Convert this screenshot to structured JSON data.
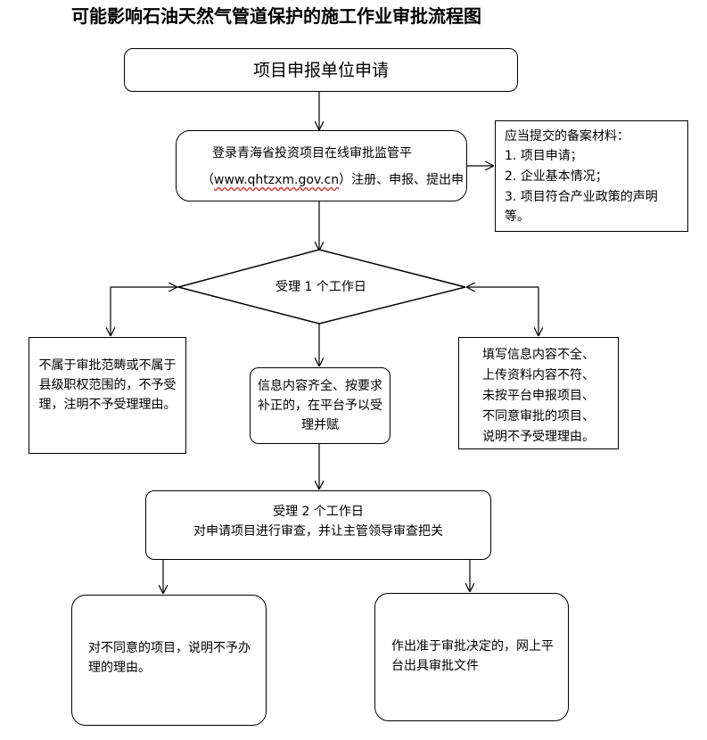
{
  "title": "可能影响石油天然气管道保护的施工作业审批流程图",
  "nodes": {
    "apply": "项目申报单位申请",
    "login_line1": "登录青海省投资项目在线审批监管平",
    "login_url": "www.qhtzxm.gov.cn",
    "login_rest": "）注册、申报、提出申",
    "login_open": "（",
    "materials": {
      "heading": "应当提交的备案材料：",
      "items": [
        "1.  项目申请；",
        "2.  企业基本情况；",
        "3.  项目符合产业政策的声明等。"
      ]
    },
    "accept1": "受理 1 个工作日",
    "reject_left": "不属于审批范畴或不属于县级职权范围的，不予受理，注明不予受理理由。",
    "accept_mid": "信息内容齐全、按要求补正的，在平台予以受理并赋",
    "reject_right": [
      "填写信息内容不全、",
      "上传资料内容不符、",
      "未按平台申报项目、",
      "不同意审批的项目、",
      "说明不予受理理由。"
    ],
    "accept2_line1": "受理 2 个工作日",
    "accept2_line2": "对申请项目进行审查，并让主管领导审查把关",
    "disagree": "对不同意的项目，说明不予办理的理由。",
    "approve": "作出准于审批决定的，网上平台出具审批文件"
  }
}
